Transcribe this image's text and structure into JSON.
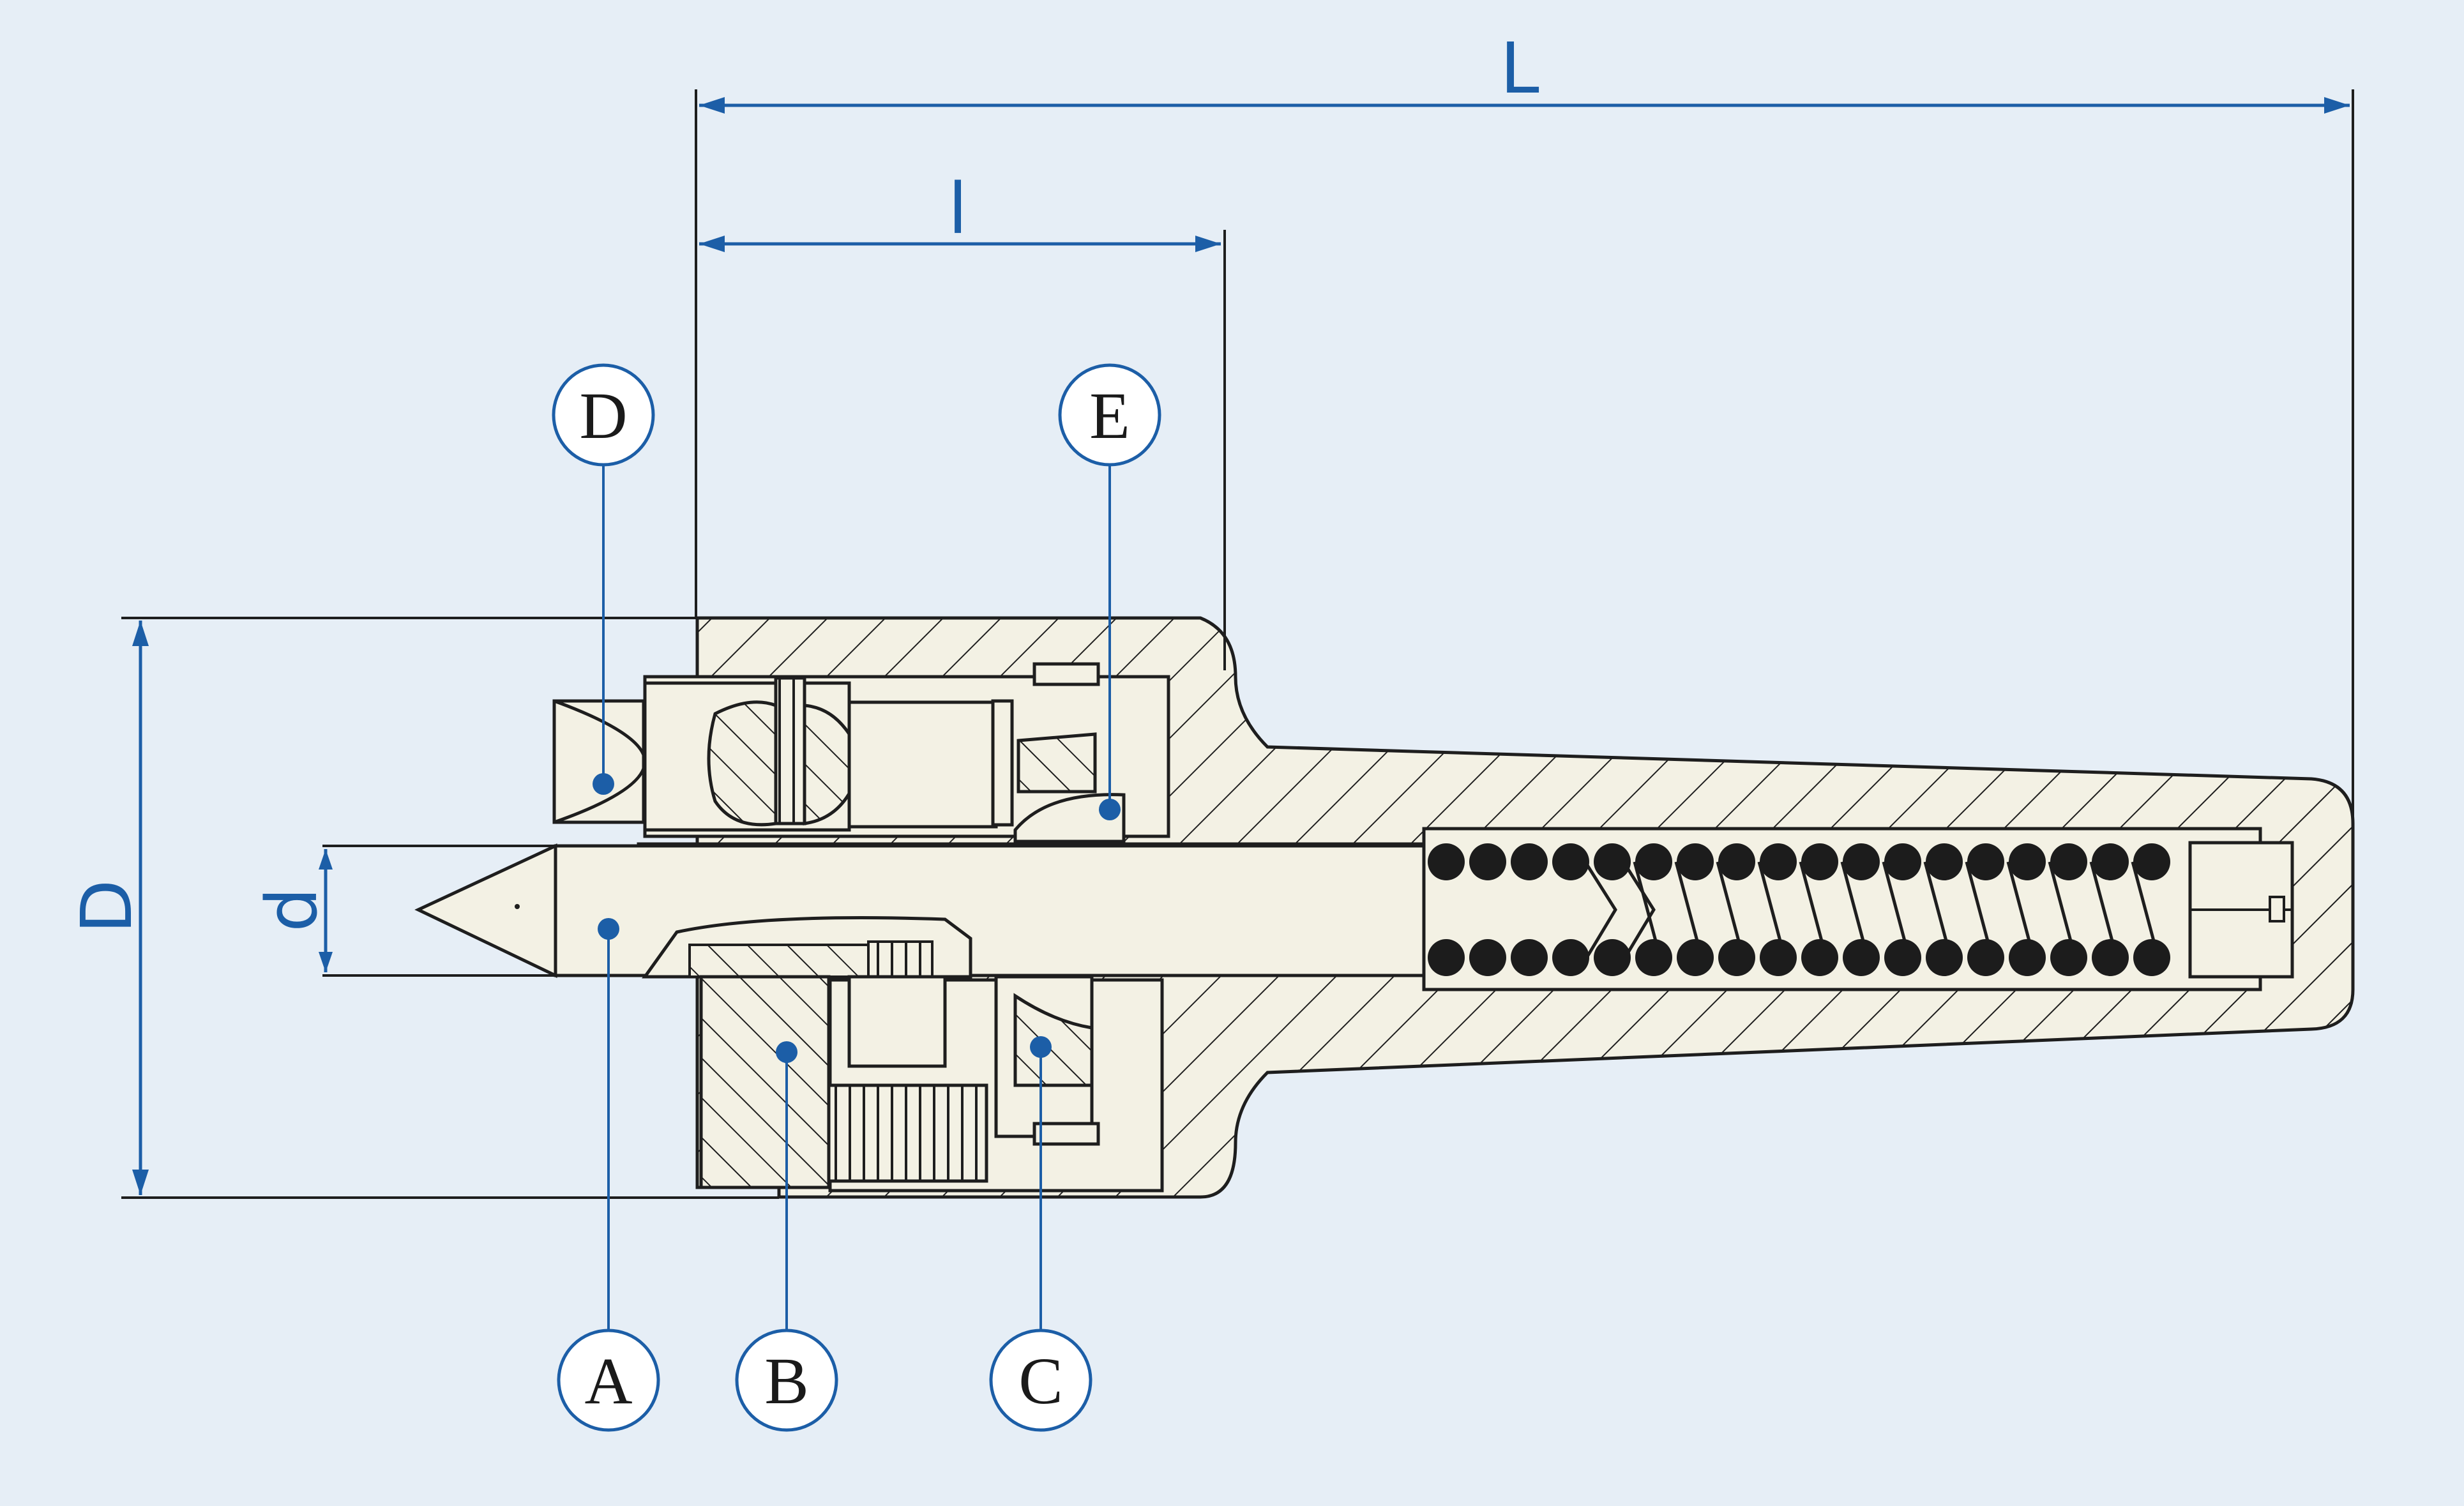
{
  "colors": {
    "background": "#e6eef6",
    "part_fill": "#f3f1e4",
    "outline": "#1e1e1e",
    "annotation": "#1c5ea7",
    "ball": "#1c1c1c"
  },
  "dimensions": {
    "L": "L",
    "l": "l",
    "D": "D",
    "d": "d"
  },
  "callouts": {
    "A": "A",
    "B": "B",
    "C": "C",
    "D": "D",
    "E": "E"
  }
}
